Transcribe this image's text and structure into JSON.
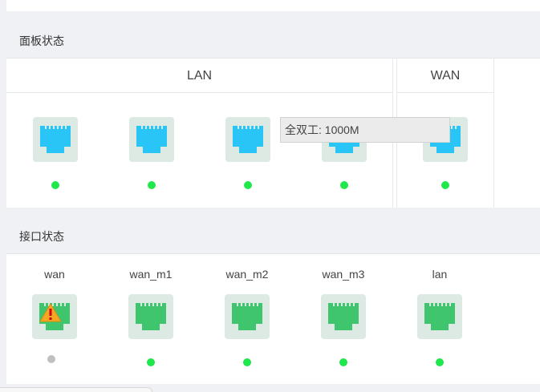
{
  "panel": {
    "title": "面板状态",
    "lan_header": "LAN",
    "wan_header": "WAN",
    "lan_ports": [
      {
        "status": "up"
      },
      {
        "status": "up"
      },
      {
        "status": "up"
      },
      {
        "status": "up"
      }
    ],
    "wan_ports": [
      {
        "status": "up"
      }
    ],
    "tooltip": "全双工: 1000M"
  },
  "interfaces": {
    "title": "接口状态",
    "items": [
      {
        "label": "wan",
        "status": "down",
        "warning": true
      },
      {
        "label": "wan_m1",
        "status": "up",
        "warning": false
      },
      {
        "label": "wan_m2",
        "status": "up",
        "warning": false
      },
      {
        "label": "wan_m3",
        "status": "up",
        "warning": false
      },
      {
        "label": "lan",
        "status": "up",
        "warning": false
      }
    ]
  },
  "colors": {
    "panel_port": "#29c5f6",
    "iface_port": "#3fc56e",
    "status_up": "#1ee84a",
    "status_down": "#c0c0c0",
    "port_bg": "#dde9e3",
    "warning": "#f5a623"
  }
}
